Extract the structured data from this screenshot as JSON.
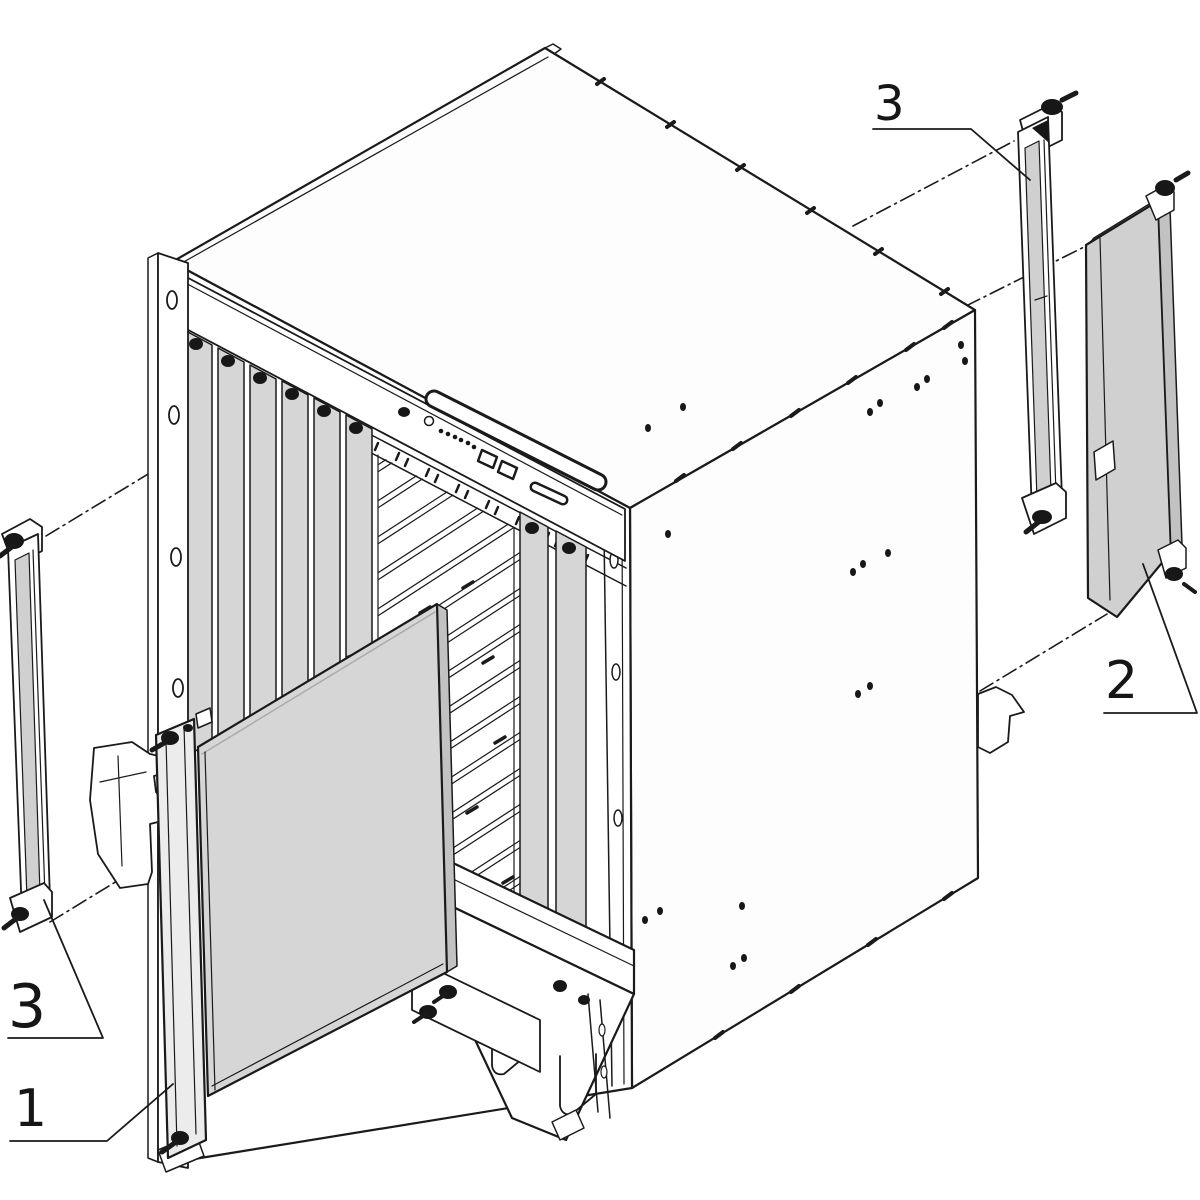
{
  "figure": {
    "type": "exploded-assembly-diagram",
    "callouts": [
      {
        "label": "1",
        "part": "front-panel-with-rail"
      },
      {
        "label": "2",
        "part": "side-cover-panel"
      },
      {
        "label": "3",
        "part": "guide-rail-right"
      },
      {
        "label": "3",
        "part": "guide-rail-left"
      }
    ],
    "colors": {
      "line": "#1a1a1a",
      "panel_fill": "#d6d6d6",
      "chassis_fill": "#fdfdfd",
      "background": "#ffffff"
    }
  }
}
